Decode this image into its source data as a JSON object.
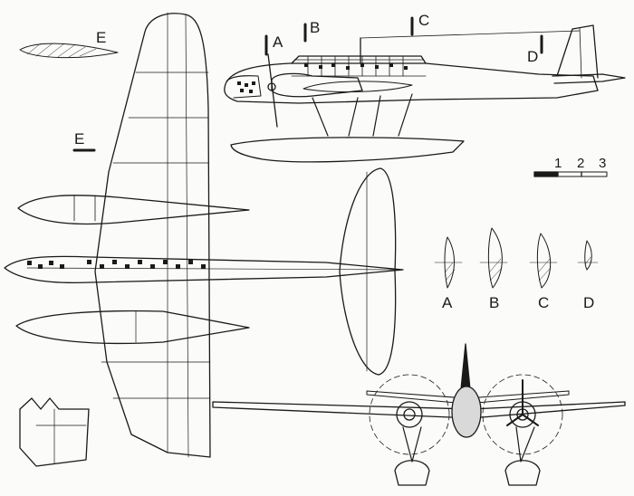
{
  "labels": {
    "section_a": "A",
    "section_b": "B",
    "section_c": "C",
    "section_d": "D",
    "section_e": "E",
    "section_e_plan": "E",
    "cut_a": "A",
    "cut_b": "B",
    "cut_c": "C",
    "cut_d": "D"
  },
  "scale_bar": {
    "n1": "1",
    "n2": "2",
    "n3": "3"
  },
  "colors": {
    "ink": "#1a1a1a",
    "paper": "#fbfbf9"
  }
}
